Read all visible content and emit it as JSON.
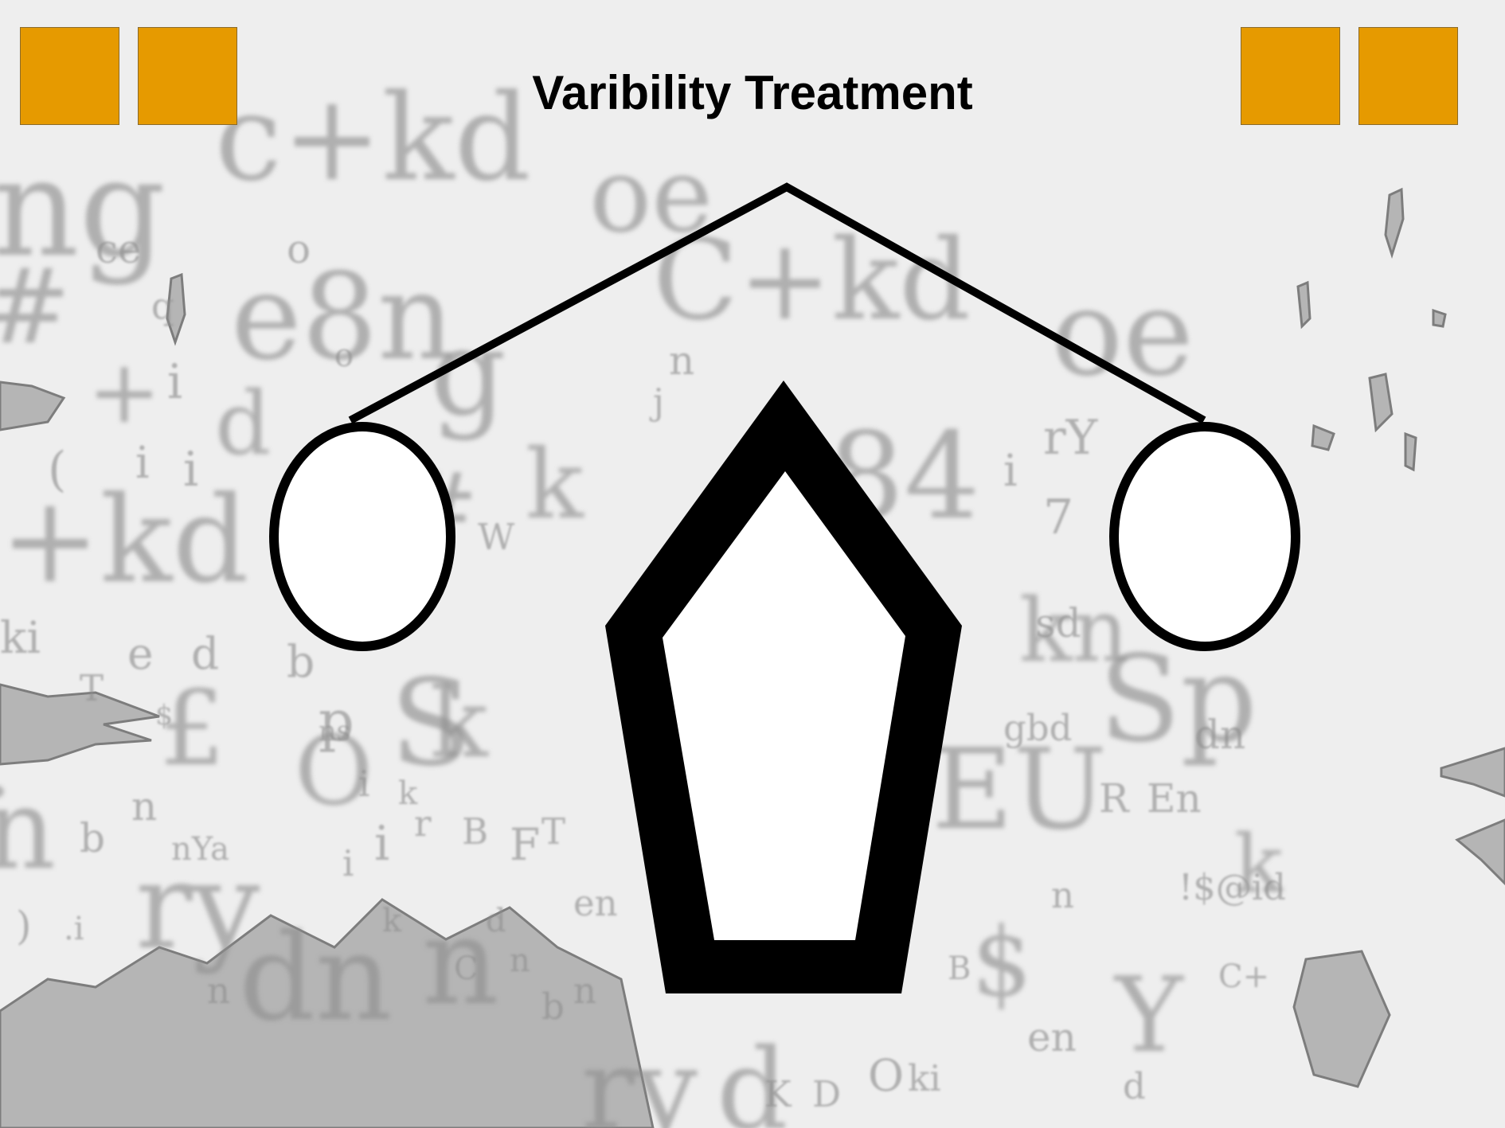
{
  "slide": {
    "title": "Varibility Treatment",
    "accent_color": "#e69a00",
    "background_color": "#eeeeee"
  },
  "decorations": {
    "corner_squares": 4,
    "background": "blurred-letter-texture"
  },
  "diagram": {
    "type": "balance-scale",
    "parts": [
      "pivot-beam",
      "left-pan",
      "right-pan",
      "fulcrum-pentagon"
    ],
    "pan_fill": "#ffffff",
    "stroke_color": "#000000"
  }
}
